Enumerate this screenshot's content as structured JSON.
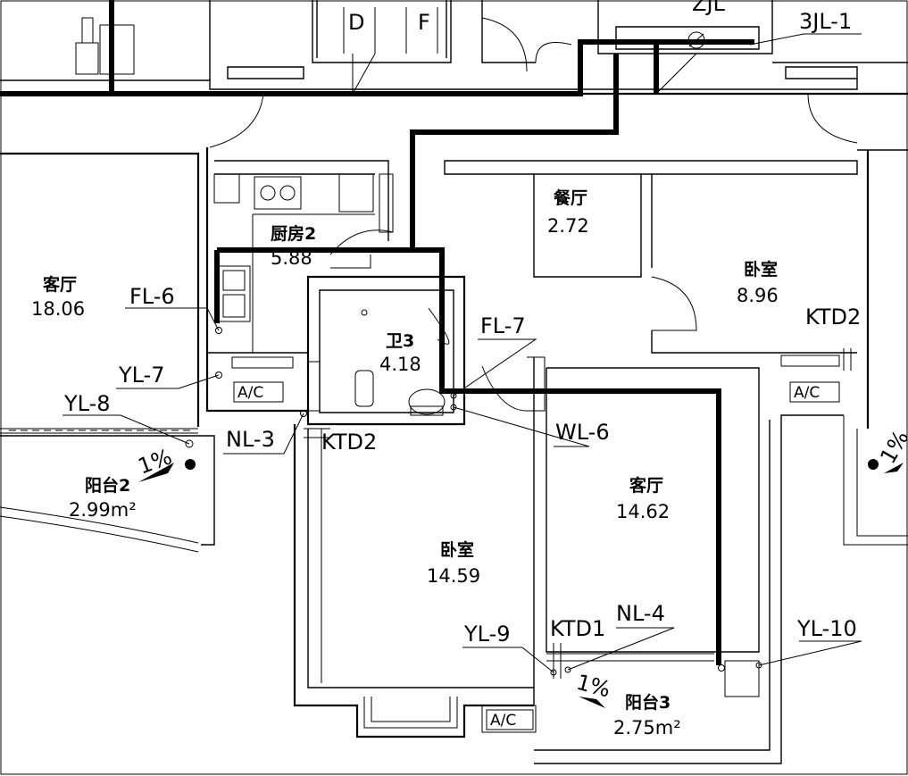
{
  "rooms": {
    "living_left": {
      "name": "客厅",
      "area": "18.06"
    },
    "kitchen": {
      "name": "厨房2",
      "area": "5.88"
    },
    "dining": {
      "name": "餐厅",
      "area": "2.72"
    },
    "bedroom_right": {
      "name": "卧室",
      "area": "8.96"
    },
    "bath": {
      "name": "卫3",
      "area": "4.18"
    },
    "living_center": {
      "name": "客厅",
      "area": "14.62"
    },
    "bedroom_center": {
      "name": "卧室",
      "area": "14.59"
    },
    "balcony_left": {
      "name": "阳台2",
      "area": "2.99m²"
    },
    "balcony_right": {
      "name": "阳台3",
      "area": "2.75m²"
    }
  },
  "pipes": {
    "fl6": "FL-6",
    "fl7": "FL-7",
    "yl7": "YL-7",
    "yl8": "YL-8",
    "yl9": "YL-9",
    "yl10": "YL-10",
    "nl3": "NL-3",
    "nl4": "NL-4",
    "wl6": "WL-6",
    "jl1": "3JL-1",
    "zl_top": "ZJL",
    "ktd2_center": "KTD2",
    "ktd2_right": "KTD2",
    "ktd1": "KTD1"
  },
  "slopes": {
    "left": "1%",
    "right": "1%",
    "far_right": "1%"
  },
  "ac_units": {
    "label": "A/C"
  },
  "doors_top": {
    "d": "D",
    "f": "F"
  }
}
